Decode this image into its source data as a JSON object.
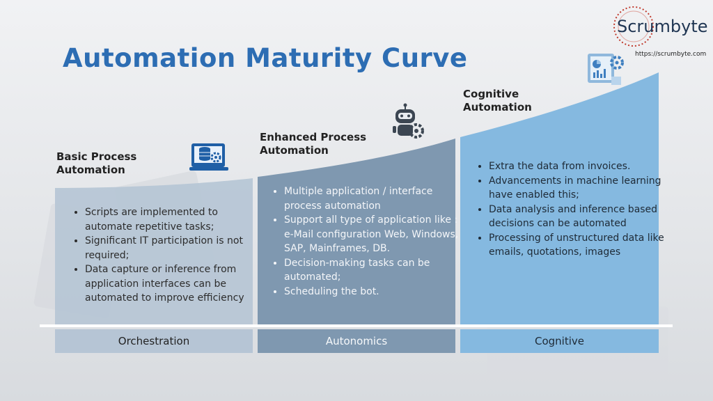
{
  "title": "Automation Maturity Curve",
  "brand": {
    "name": "Scrumbyte",
    "url": "https://scrumbyte.com"
  },
  "stages": [
    {
      "heading": "Basic Process Automation",
      "heading_lines": [
        "Basic Process",
        "Automation"
      ],
      "icon": "database-monitor-gear-icon",
      "bullets": [
        "Scripts are implemented to automate repetitive tasks;",
        "Significant IT participation is not required;",
        "Data capture or inference from application interfaces can be automated to improve efficiency"
      ],
      "band": "Orchestration",
      "color": "#b6c5d5"
    },
    {
      "heading": "Enhanced Process Automation",
      "heading_lines": [
        "Enhanced Process",
        "Automation"
      ],
      "icon": "robot-gear-icon",
      "bullets": [
        "Multiple application / interface process automation",
        "Support all type of application like : e-Mail configuration Web, Windows, SAP, Mainframes, DB.",
        "Decision-making tasks can be automated;",
        "Scheduling the bot."
      ],
      "band": "Autonomics",
      "color": "#7f98b0"
    },
    {
      "heading": "Cognitive Automation",
      "heading_lines": [
        "Cognitive",
        "Automation"
      ],
      "icon": "analytics-dashboard-gear-icon",
      "bullets": [
        "Extra the data from invoices.",
        "Advancements in machine learning have enabled this;",
        "Data analysis and inference based decisions can be automated",
        "Processing of unstructured data like emails, quotations, images"
      ],
      "band": "Cognitive",
      "color": "#85b9e0"
    }
  ]
}
